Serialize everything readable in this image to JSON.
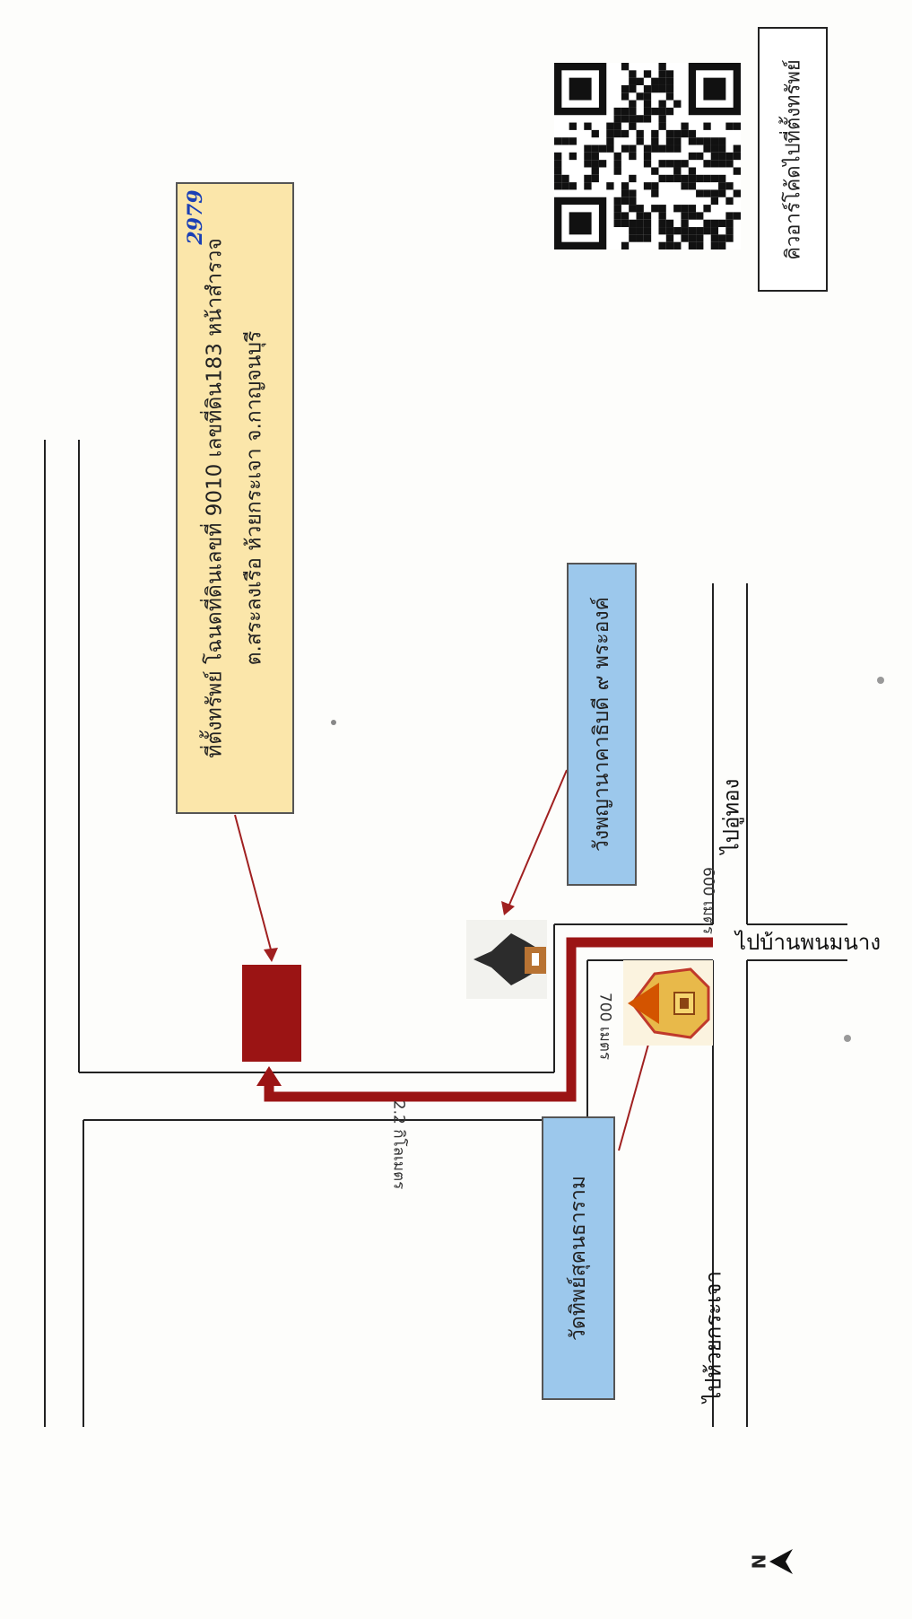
{
  "property": {
    "line1": "ที่ตั้งทรัพย์ โฉนดที่ดินเลขที่ 9010 เลขที่ดิน183 หน้าสำรวจ",
    "line2": "ต.สระลงเรือ ห้วยกระเจา จ.กาญจนบุรี",
    "handwritten": "2979"
  },
  "landmarks": {
    "palace": "วังพญานาคาธิบดี ๙ พระองค์",
    "temple": "วัดทิพย์สุคนธาราม"
  },
  "distances": {
    "d600": "600 เมตร",
    "d700": "700 เมตร",
    "d22": "2.2 กิโลเมตร"
  },
  "directions": {
    "to_u_thong": "ไปอู่ทอง",
    "to_ban_phanom": "ไปบ้านพนมนาง",
    "to_huai_krachao": "ไปห้วยกระเจา"
  },
  "qr": {
    "caption": "คิวอาร์โค้ดไปที่ตั้งทรัพย์"
  },
  "north": {
    "label": "N"
  },
  "colors": {
    "route": "#9b1414",
    "property_fill": "#fbe6aa",
    "landmark_fill": "#9cc8ec"
  }
}
